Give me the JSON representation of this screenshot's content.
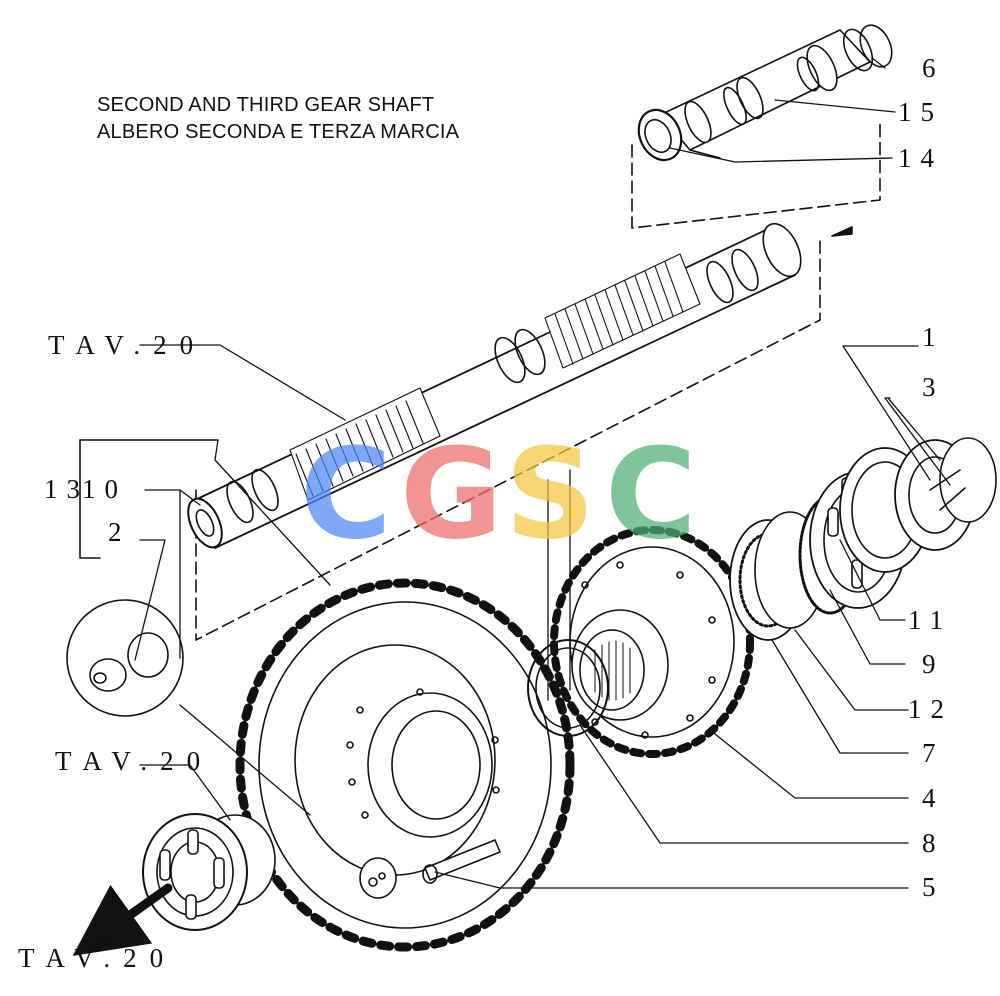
{
  "title": {
    "line1": "SECOND AND THIRD GEAR SHAFT",
    "line2": "ALBERO SECONDA E TERZA MARCIA"
  },
  "references": {
    "top": "TAV.20",
    "mid": "TAV.20",
    "bottom": "TAV.20"
  },
  "callouts": {
    "p6": "6",
    "p15": "15",
    "p14": "14",
    "p1": "1",
    "p3": "3",
    "p13": "13",
    "p10": "10",
    "p2": "2",
    "p11": "11",
    "p9": "9",
    "p12": "12",
    "p7": "7",
    "p4": "4",
    "p8": "8",
    "p5": "5"
  },
  "watermark": {
    "letters": [
      "C",
      "G",
      "S",
      "C"
    ],
    "colors": [
      "#4f86f7",
      "#ef6b6b",
      "#f3c640",
      "#4fae74"
    ]
  },
  "colors": {
    "ink": "#111111",
    "background": "#ffffff"
  }
}
